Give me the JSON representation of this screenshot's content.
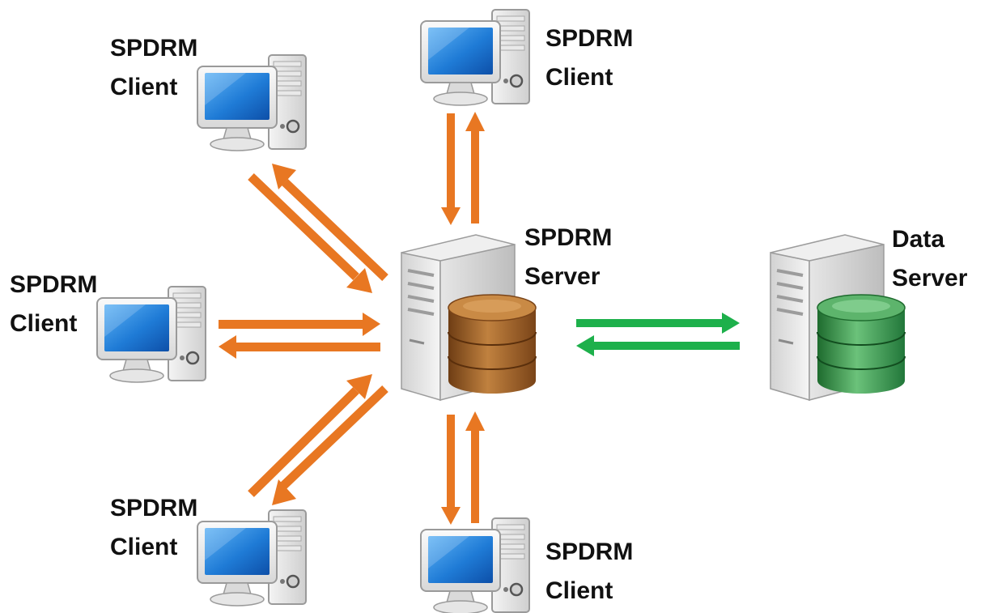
{
  "nodes": {
    "client_top_left": {
      "line1": "SPDRM",
      "line2": "Client",
      "icon": "client-computer-icon"
    },
    "client_top_center": {
      "line1": "SPDRM",
      "line2": "Client",
      "icon": "client-computer-icon"
    },
    "client_middle_left": {
      "line1": "SPDRM",
      "line2": "Client",
      "icon": "client-computer-icon"
    },
    "client_bottom_left": {
      "line1": "SPDRM",
      "line2": "Client",
      "icon": "client-computer-icon"
    },
    "client_bottom_center": {
      "line1": "SPDRM",
      "line2": "Client",
      "icon": "client-computer-icon"
    },
    "spdrm_server": {
      "line1": "SPDRM",
      "line2": "Server",
      "icon": "server-database-icon"
    },
    "data_server": {
      "line1": "Data",
      "line2": "Server",
      "icon": "server-database-icon"
    }
  },
  "connections": [
    {
      "from": "client_top_left",
      "to": "spdrm_server",
      "direction": "bidirectional",
      "color": "#E87722"
    },
    {
      "from": "client_top_center",
      "to": "spdrm_server",
      "direction": "bidirectional",
      "color": "#E87722"
    },
    {
      "from": "client_middle_left",
      "to": "spdrm_server",
      "direction": "bidirectional",
      "color": "#E87722"
    },
    {
      "from": "client_bottom_left",
      "to": "spdrm_server",
      "direction": "bidirectional",
      "color": "#E87722"
    },
    {
      "from": "client_bottom_center",
      "to": "spdrm_server",
      "direction": "bidirectional",
      "color": "#E87722"
    },
    {
      "from": "spdrm_server",
      "to": "data_server",
      "direction": "bidirectional",
      "color": "#1DB04B"
    }
  ],
  "colors": {
    "client_arrows": "#E87722",
    "data_arrows": "#1DB04B",
    "spdrm_database": "#A0622D",
    "data_database": "#3E9A4E",
    "monitor_screen": "#1F7BD6"
  }
}
